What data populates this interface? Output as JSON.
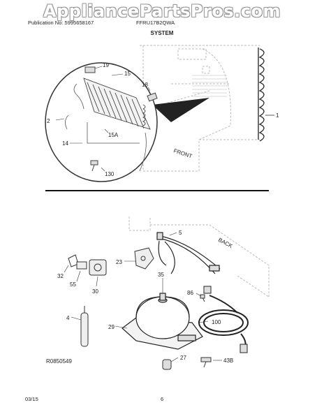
{
  "watermark": "AppliancePartsPros.com",
  "header": {
    "publication": "Publication No: 5995658167",
    "model": "FFRU17B2QWA",
    "section": "SYSTEM"
  },
  "diagram_top": {
    "callouts": [
      "19",
      "15",
      "18",
      "2",
      "15A",
      "14",
      "130",
      "1"
    ],
    "label_front": "FRONT"
  },
  "diagram_bottom": {
    "callouts": [
      "5",
      "23",
      "32",
      "55",
      "30",
      "35",
      "86",
      "4",
      "29",
      "100",
      "27",
      "43B"
    ],
    "label_back": "BACK",
    "figure_code": "R0850549"
  },
  "footer": {
    "date": "03/15",
    "page": "6"
  }
}
